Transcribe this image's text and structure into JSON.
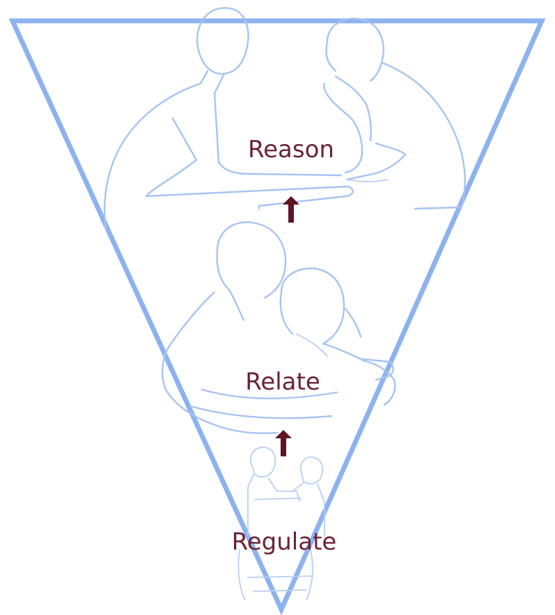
{
  "diagram": {
    "stages": [
      {
        "label": "Reason"
      },
      {
        "label": "Relate"
      },
      {
        "label": "Regulate"
      }
    ],
    "colors": {
      "outline": "#8db2f0",
      "figures": "#a7c3f3",
      "label_text": "#6b2335",
      "arrow": "#5e1526"
    },
    "icons": [
      "arrow-up-icon",
      "arrow-up-icon"
    ]
  }
}
